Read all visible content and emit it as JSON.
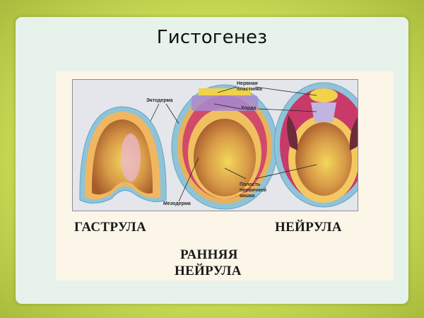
{
  "slide": {
    "title": "Гистогенез",
    "colors": {
      "frame": "#c9dd58",
      "card": "#e6f2ea",
      "figure_bg": "#fcf6e8"
    }
  },
  "figure": {
    "diagram_labels": {
      "ectoderm": "Эктодерма",
      "neural_plate_line1": "Нервная",
      "neural_plate_line2": "пластинка",
      "notochord": "Хорда",
      "mesoderm": "Мезодерма",
      "gut_line1": "Полость",
      "gut_line2": "первичной",
      "gut_line3": "кишки"
    },
    "captions": {
      "gastrula": "ГАСТРУЛА",
      "neurula": "НЕЙРУЛА",
      "early_neurula_line1": "РАННЯЯ",
      "early_neurula_line2": "НЕЙРУЛА"
    }
  }
}
